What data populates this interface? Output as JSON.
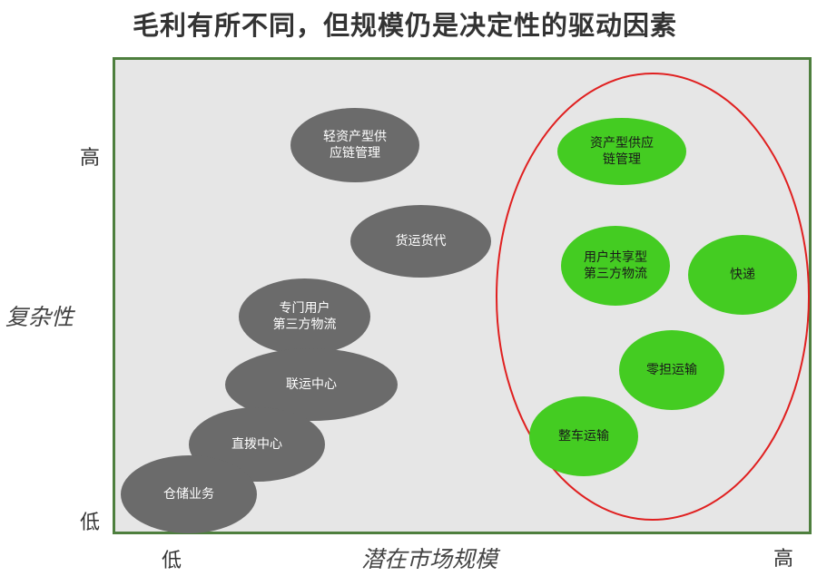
{
  "title": "毛利有所不同，但规模仍是决定性的驱动因素",
  "y_axis": {
    "title": "复杂性",
    "high": "高",
    "low": "低"
  },
  "x_axis": {
    "title": "潜在市场规模",
    "low": "低",
    "high": "高"
  },
  "bubbles": {
    "light_asset_scm": "轻资产型供\n应链管理",
    "freight_forwarding": "货运货代",
    "dedicated_3pl": "专门用户\n第三方物流",
    "consolidation_center": "联运中心",
    "direct_center": "直拨中心",
    "warehousing": "仓储业务",
    "asset_scm": "资产型供应\n链管理",
    "shared_3pl": "用户共享型\n第三方物流",
    "express": "快递",
    "ltl": "零担运输",
    "ftl": "整车运输"
  },
  "colors": {
    "gray_bubble": "#6b6b6b",
    "green_bubble": "#44cc22",
    "highlight_ring": "#e02020",
    "frame": "#4e7f3e"
  }
}
